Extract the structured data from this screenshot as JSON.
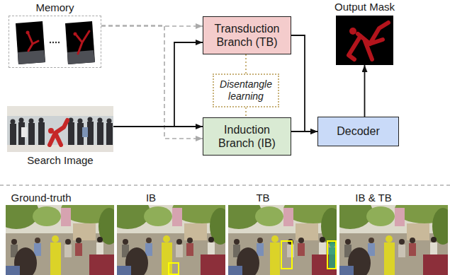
{
  "diagram": {
    "nodes": [
      {
        "text": [
          "Memory"
        ]
      },
      {
        "text": [
          "Search Image"
        ]
      },
      {
        "text": [
          "Transduction Branch (TB)"
        ]
      },
      {
        "text": [
          "Disentangle learning"
        ]
      },
      {
        "text": [
          "Induction Branch (IB)"
        ]
      },
      {
        "text": [
          "Decoder"
        ]
      },
      {
        "text": [
          "Output Mask"
        ]
      }
    ],
    "edges": [
      {
        "from": 0,
        "to": 2,
        "arrow": "to"
      },
      {
        "from": 0,
        "to": 4,
        "arrow": "to"
      },
      {
        "from": 1,
        "to": 2,
        "arrow": "to"
      },
      {
        "from": 1,
        "to": 4,
        "arrow": "to"
      },
      {
        "from": 3,
        "to": 2,
        "arrow": "none"
      },
      {
        "from": 3,
        "to": 4,
        "arrow": "none"
      },
      {
        "from": 2,
        "to": 5,
        "arrow": "to"
      },
      {
        "from": 4,
        "to": 5,
        "arrow": "to"
      },
      {
        "from": 5,
        "to": 6,
        "arrow": "to"
      }
    ],
    "labels": [
      "Ground-truth",
      "IB",
      "TB",
      "IB & TB"
    ]
  }
}
